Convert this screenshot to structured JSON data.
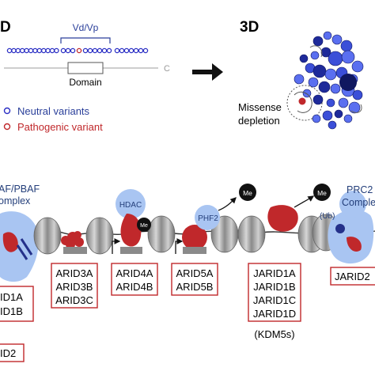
{
  "top": {
    "label_1d": "D",
    "vdvp": "Vd/Vp",
    "c_terminal": "C",
    "domain": "Domain",
    "legend_neutral": "Neutral variants",
    "legend_pathogenic": "Pathogenic variant",
    "label_3d": "3D",
    "missense_line1": "Missense",
    "missense_line2": "depletion"
  },
  "bottom": {
    "complex_left_line1": "AF/PBAF",
    "complex_left_line2": "omplex",
    "hdac": "HDAC",
    "me": "Me",
    "phf2": "PHF2",
    "prc2_line1": "PRC2",
    "prc2_line2": "Complex",
    "ub": "(Ub)",
    "box_arid1": [
      "ID1A",
      "ID1B"
    ],
    "box_arid2": "ID2",
    "box_arid3": [
      "ARID3A",
      "ARID3B",
      "ARID3C"
    ],
    "box_arid4": [
      "ARID4A",
      "ARID4B"
    ],
    "box_arid5": [
      "ARID5A",
      "ARID5B"
    ],
    "box_jarid1": [
      "JARID1A",
      "JARID1B",
      "JARID1C",
      "JARID1D"
    ],
    "kdm5s": "(KDM5s)",
    "box_jarid2": "JARID2"
  },
  "colors": {
    "neutral": "#2b2fc4",
    "pathogenic": "#c0282b",
    "protein_blue": "#a9c5f2",
    "box_border": "#c0282b",
    "nucleosome": "#a8a8a8"
  }
}
